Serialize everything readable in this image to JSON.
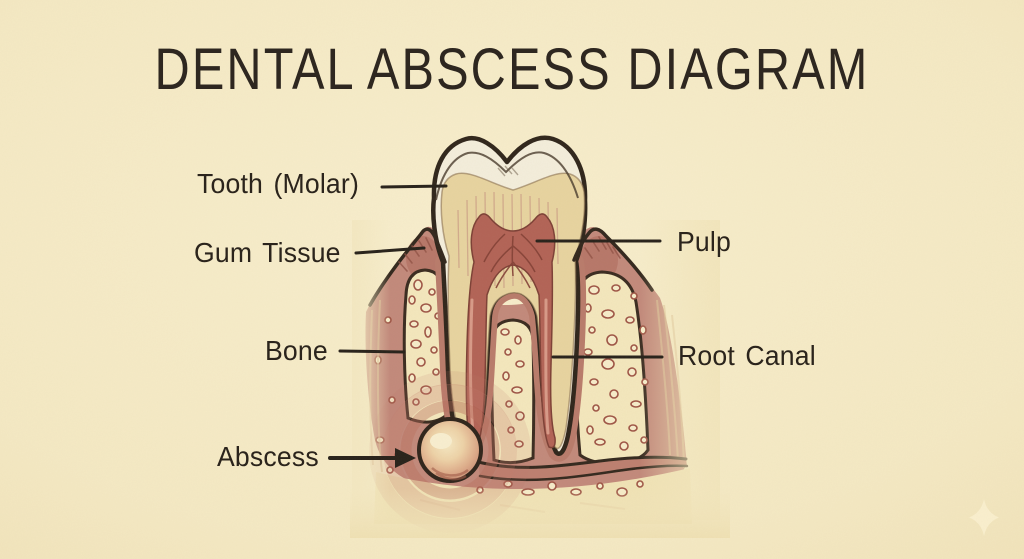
{
  "title": "DENTAL ABSCESS DIAGRAM",
  "labels": {
    "tooth_molar": "Tooth (Molar)",
    "gum_tissue": "Gum Tissue",
    "bone": "Bone",
    "abscess": "Abscess",
    "pulp": "Pulp",
    "root_canal": "Root Canal"
  },
  "icons": {
    "sparkle": "four-pointed-star-sparkle"
  },
  "colors": {
    "background": "#f5e9c4",
    "background_edge": "#e7d2a3",
    "text": "#2b241c",
    "outline": "#32271d",
    "enamel": "#f4eedc",
    "dentin": "#e7d4a0",
    "pulp": "#b26356",
    "gum_tissue": "#c2897b",
    "bone_pocket": "#f4e7bd",
    "bone_speckle": "#9e5546",
    "periodontal_ligament": "#b97b6b",
    "ligament_band": "#bd7f70",
    "abscess_rim": "#c68a72",
    "sparkle": "#faf0ce"
  }
}
